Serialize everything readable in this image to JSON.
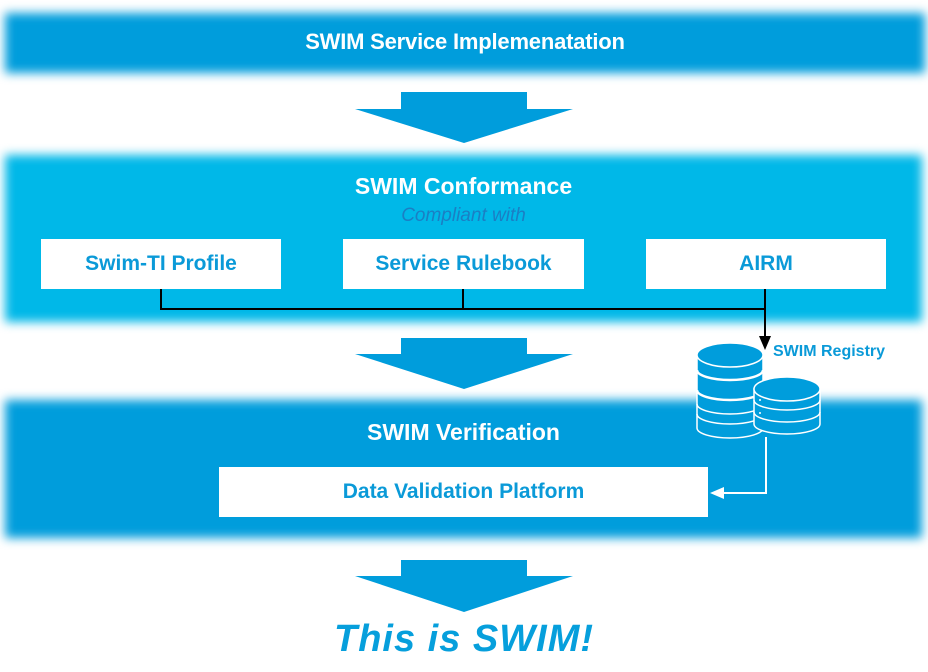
{
  "stages": {
    "implementation": {
      "title": "SWIM Service Implemenatation"
    },
    "conformance": {
      "title": "SWIM Conformance",
      "subtitle": "Compliant with",
      "items": [
        "Swim-TI Profile",
        "Service Rulebook",
        "AIRM"
      ]
    },
    "verification": {
      "title": "SWIM Verification",
      "platform": "Data Validation Platform"
    }
  },
  "registry": {
    "label": "SWIM Registry",
    "icon": "database-icon"
  },
  "closing": {
    "text": "This is SWIM!"
  },
  "colors": {
    "primary_blue": "#009ddc",
    "conformance_cyan": "#00b8e8",
    "box_text": "#0a9ad8",
    "subtitle_text": "#1a7fc4",
    "connector": "#000000"
  }
}
